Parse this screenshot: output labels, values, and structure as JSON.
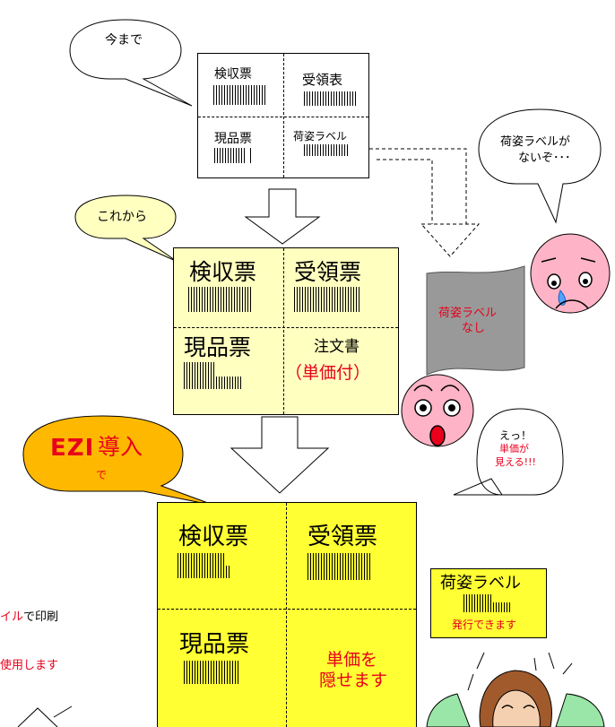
{
  "bubbles": {
    "imamade": "今まで",
    "korekara": "これから",
    "ezi_brand": "EZI",
    "ezi_word": "導入",
    "ezi_de": "で",
    "niugata_line1": "荷姿ラベルが",
    "niugata_line2": "ないぞ･･･",
    "etsu_line1": "えっ！",
    "etsu_line2": "単価が",
    "etsu_line3": "見える!!!"
  },
  "current_form": {
    "kenshu": "検収票",
    "juryou": "受領表",
    "genpin": "現品票",
    "niugata": "荷姿ラベル"
  },
  "future_form": {
    "kenshu": "検収票",
    "juryou": "受領票",
    "genpin": "現品票",
    "chumon": "注文書",
    "tanka": "（単価付）"
  },
  "doc": {
    "line1": "荷姿ラベル",
    "line2": "なし"
  },
  "ezi_form": {
    "kenshu": "検収票",
    "juryou": "受領票",
    "genpin": "現品票",
    "hide1": "単価を",
    "hide2": "隠せます"
  },
  "label_card": {
    "title": "荷姿ラベル",
    "sub": "発行できます"
  },
  "left_notes": {
    "note1_red": "イル",
    "note1_black": "で印刷",
    "note2_red": "使用します"
  },
  "colors": {
    "pale_yellow": "#ffffc0",
    "yellow": "#ffff33",
    "orange": "#ffb800",
    "red": "#e8001c",
    "pink": "#ffb3c6",
    "doc_gray": "#999999",
    "shirt_green": "#99e6a8",
    "hair_brown": "#a05a2c"
  }
}
